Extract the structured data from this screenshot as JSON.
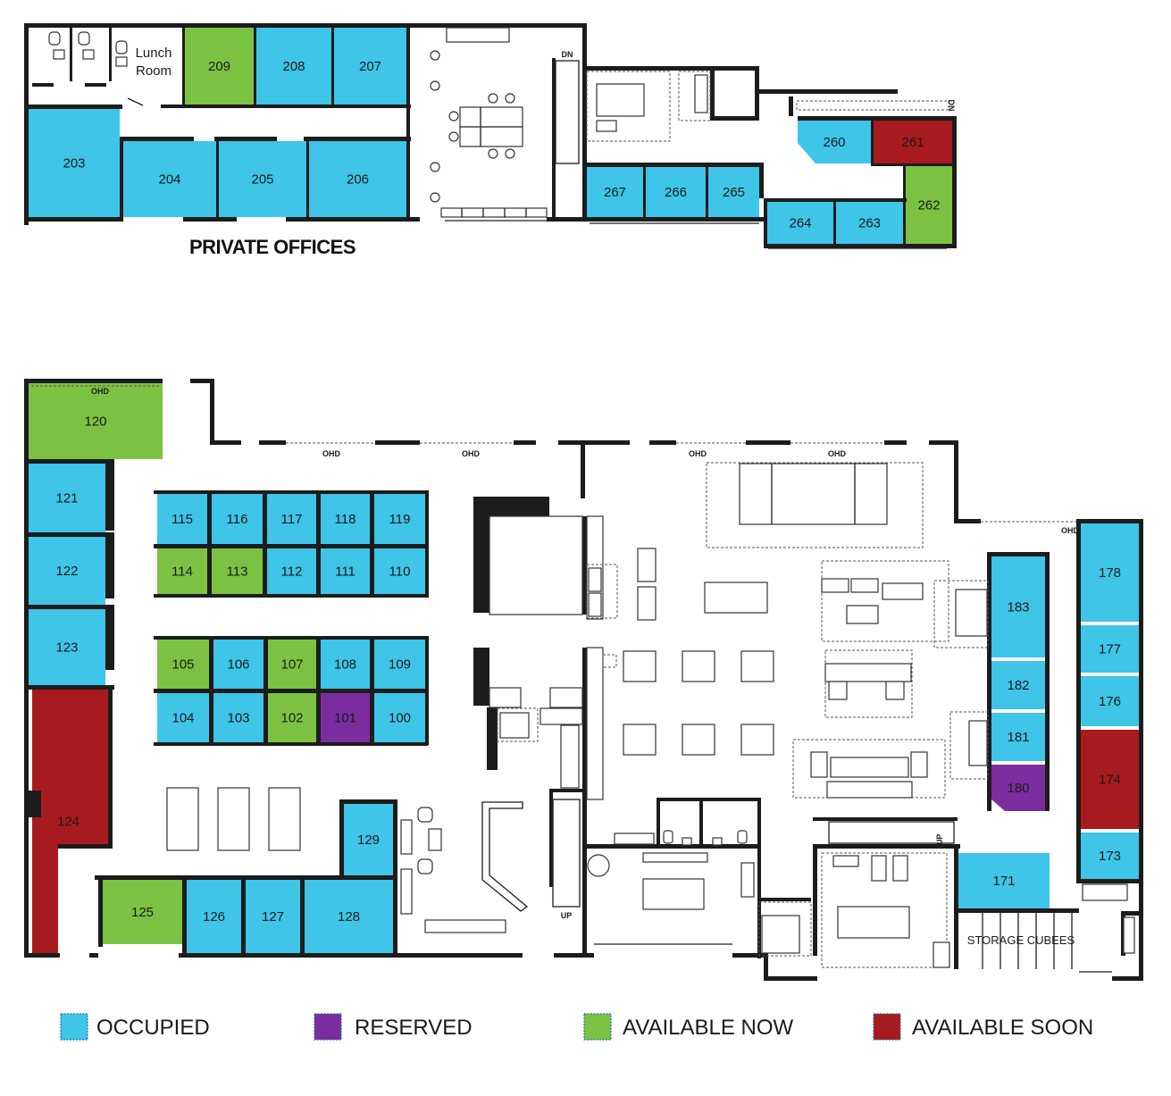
{
  "title": "PRIVATE OFFICES",
  "colors": {
    "occupied": "#3ec5e8",
    "reserved": "#7b2da0",
    "available_now": "#7cc242",
    "available_soon": "#a71a1e"
  },
  "legend": [
    {
      "key": "occupied",
      "label": "OCCUPIED"
    },
    {
      "key": "reserved",
      "label": "RESERVED"
    },
    {
      "key": "available_now",
      "label": "AVAILABLE NOW"
    },
    {
      "key": "available_soon",
      "label": "AVAILABLE SOON"
    }
  ],
  "labels": {
    "lunch_line1": "Lunch",
    "lunch_line2": "Room",
    "dn": "DN",
    "up": "UP",
    "ohd": "OHD",
    "storage": "STORAGE CUBEES"
  },
  "rooms": [
    {
      "id": "209",
      "status": "available_now"
    },
    {
      "id": "208",
      "status": "occupied"
    },
    {
      "id": "207",
      "status": "occupied"
    },
    {
      "id": "203",
      "status": "occupied"
    },
    {
      "id": "204",
      "status": "occupied"
    },
    {
      "id": "205",
      "status": "occupied"
    },
    {
      "id": "206",
      "status": "occupied"
    },
    {
      "id": "267",
      "status": "occupied"
    },
    {
      "id": "266",
      "status": "occupied"
    },
    {
      "id": "265",
      "status": "occupied"
    },
    {
      "id": "260",
      "status": "occupied"
    },
    {
      "id": "261",
      "status": "available_soon"
    },
    {
      "id": "262",
      "status": "available_now"
    },
    {
      "id": "264",
      "status": "occupied"
    },
    {
      "id": "263",
      "status": "occupied"
    },
    {
      "id": "120",
      "status": "available_now"
    },
    {
      "id": "121",
      "status": "occupied"
    },
    {
      "id": "122",
      "status": "occupied"
    },
    {
      "id": "123",
      "status": "occupied"
    },
    {
      "id": "124",
      "status": "available_soon"
    },
    {
      "id": "115",
      "status": "occupied"
    },
    {
      "id": "116",
      "status": "occupied"
    },
    {
      "id": "117",
      "status": "occupied"
    },
    {
      "id": "118",
      "status": "occupied"
    },
    {
      "id": "119",
      "status": "occupied"
    },
    {
      "id": "114",
      "status": "available_now"
    },
    {
      "id": "113",
      "status": "available_now"
    },
    {
      "id": "112",
      "status": "occupied"
    },
    {
      "id": "111",
      "status": "occupied"
    },
    {
      "id": "110",
      "status": "occupied"
    },
    {
      "id": "105",
      "status": "available_now"
    },
    {
      "id": "106",
      "status": "occupied"
    },
    {
      "id": "107",
      "status": "available_now"
    },
    {
      "id": "108",
      "status": "occupied"
    },
    {
      "id": "109",
      "status": "occupied"
    },
    {
      "id": "104",
      "status": "occupied"
    },
    {
      "id": "103",
      "status": "occupied"
    },
    {
      "id": "102",
      "status": "available_now"
    },
    {
      "id": "101",
      "status": "reserved"
    },
    {
      "id": "100",
      "status": "occupied"
    },
    {
      "id": "129",
      "status": "occupied"
    },
    {
      "id": "125",
      "status": "available_now"
    },
    {
      "id": "126",
      "status": "occupied"
    },
    {
      "id": "127",
      "status": "occupied"
    },
    {
      "id": "128",
      "status": "occupied"
    },
    {
      "id": "183",
      "status": "occupied"
    },
    {
      "id": "182",
      "status": "occupied"
    },
    {
      "id": "181",
      "status": "occupied"
    },
    {
      "id": "180",
      "status": "reserved"
    },
    {
      "id": "178",
      "status": "occupied"
    },
    {
      "id": "177",
      "status": "occupied"
    },
    {
      "id": "176",
      "status": "occupied"
    },
    {
      "id": "174",
      "status": "available_soon"
    },
    {
      "id": "173",
      "status": "occupied"
    },
    {
      "id": "171",
      "status": "occupied"
    }
  ]
}
